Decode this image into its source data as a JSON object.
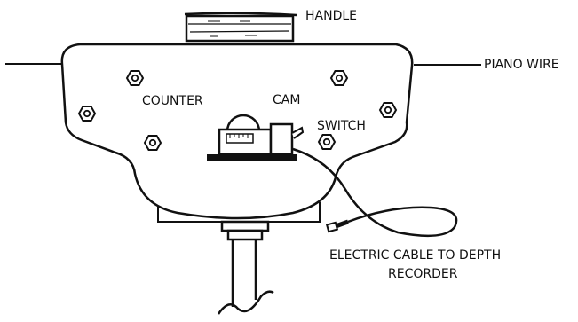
{
  "labels": {
    "handle": "HANDLE",
    "piano_wire": "PIANO WIRE",
    "counter": "COUNTER",
    "cam": "CAM",
    "switch": "SWITCH",
    "cable_line1": "ELECTRIC CABLE TO DEPTH",
    "cable_line2": "RECORDER"
  },
  "colors": {
    "ink": "#111111",
    "fill": "#ffffff"
  }
}
